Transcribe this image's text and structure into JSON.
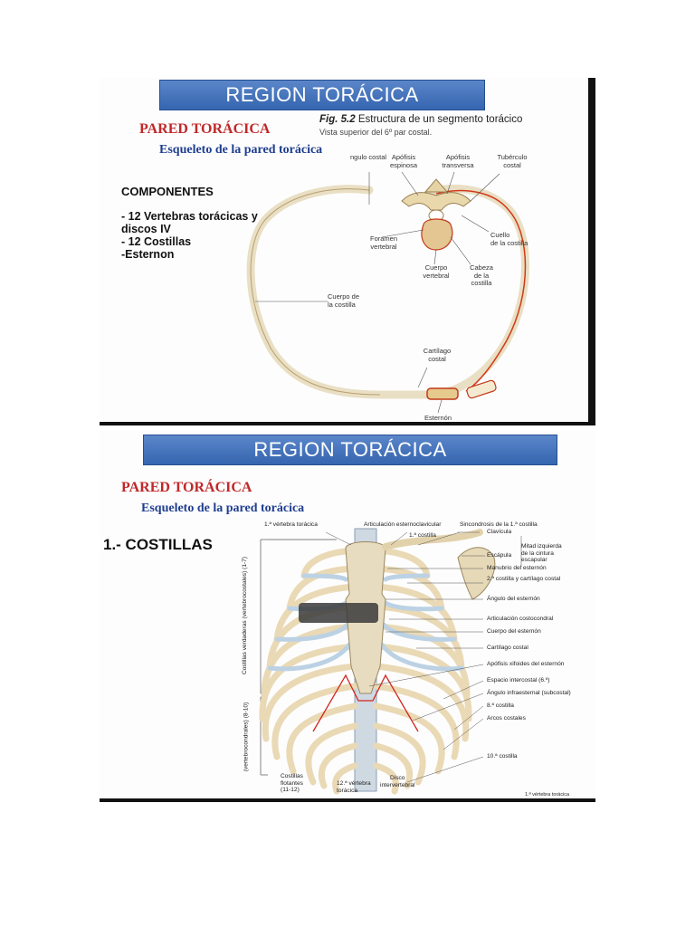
{
  "slide1": {
    "banner": "REGION TORÁCICA",
    "pared": "PARED TORÁCICA",
    "esqueleto": "Esqueleto de la pared torácica",
    "componentes_title": "COMPONENTES",
    "componentes": [
      "- 12 Vertebras torácicas y discos IV",
      "- 12 Costillas",
      "-Esternon"
    ],
    "figure": {
      "number": "Fig. 5.2",
      "title": "Estructura de un segmento torácico",
      "subtitle": "Vista superior del 6º par costal.",
      "labels": {
        "angulo": "ngulo\ncostal",
        "apofisis_espinosa": "Apófisis\nespinosa",
        "apofisis_transversa": "Apófisis\ntransversa",
        "tuberculo": "Tubérculo\ncostal",
        "foramen": "Foramen\nvertebral",
        "cuello": "Cuello\nde la costilla",
        "cuerpo_vertebral": "Cuerpo\nvertebral",
        "cabeza": "Cabeza\nde la\ncostilla",
        "cuerpo_costilla": "Cuerpo de\nla costilla",
        "cartilago": "Cartílago\ncostal",
        "esternon": "Esternón"
      }
    }
  },
  "slide2": {
    "banner": "REGION TORÁCICA",
    "pared": "PARED TORÁCICA",
    "esqueleto": "Esqueleto de la pared torácica",
    "heading": "1.- COSTILLAS",
    "top_labels": [
      "1.ª vértebra torácica",
      "Articulación esternoclavicular",
      "Sincondrosis de la 1.ª costilla"
    ],
    "first_rib": "1.ª costilla",
    "right_labels": [
      "Clavícula",
      "Escápula",
      "Manubrio del esternón",
      "2.ª costilla y cartílago costal",
      "Ángulo del esternón",
      "Articulación costocondral",
      "Cuerpo del esternón",
      "Cartílago costal",
      "Apófisis xifoides del esternón",
      "Espacio intercostal (6.º)",
      "Ángulo infraesternal (subcostal)",
      "8.ª costilla",
      "Arcos costales",
      "10.ª costilla"
    ],
    "mitad": "Mitad izquierda\nde la cintura\nescapular",
    "left_vertical_1": "Costillas verdaderas (vertebrocostales) (1-7)",
    "left_vertical_2": "(vertebrocondrales) (8-10)",
    "bottom_labels": [
      "Costillas\nflotantes\n(11-12)",
      "12.ª vértebra\ntorácica",
      "Disco\nintervertebral"
    ],
    "footer": "1.ª vértebra torácica"
  }
}
